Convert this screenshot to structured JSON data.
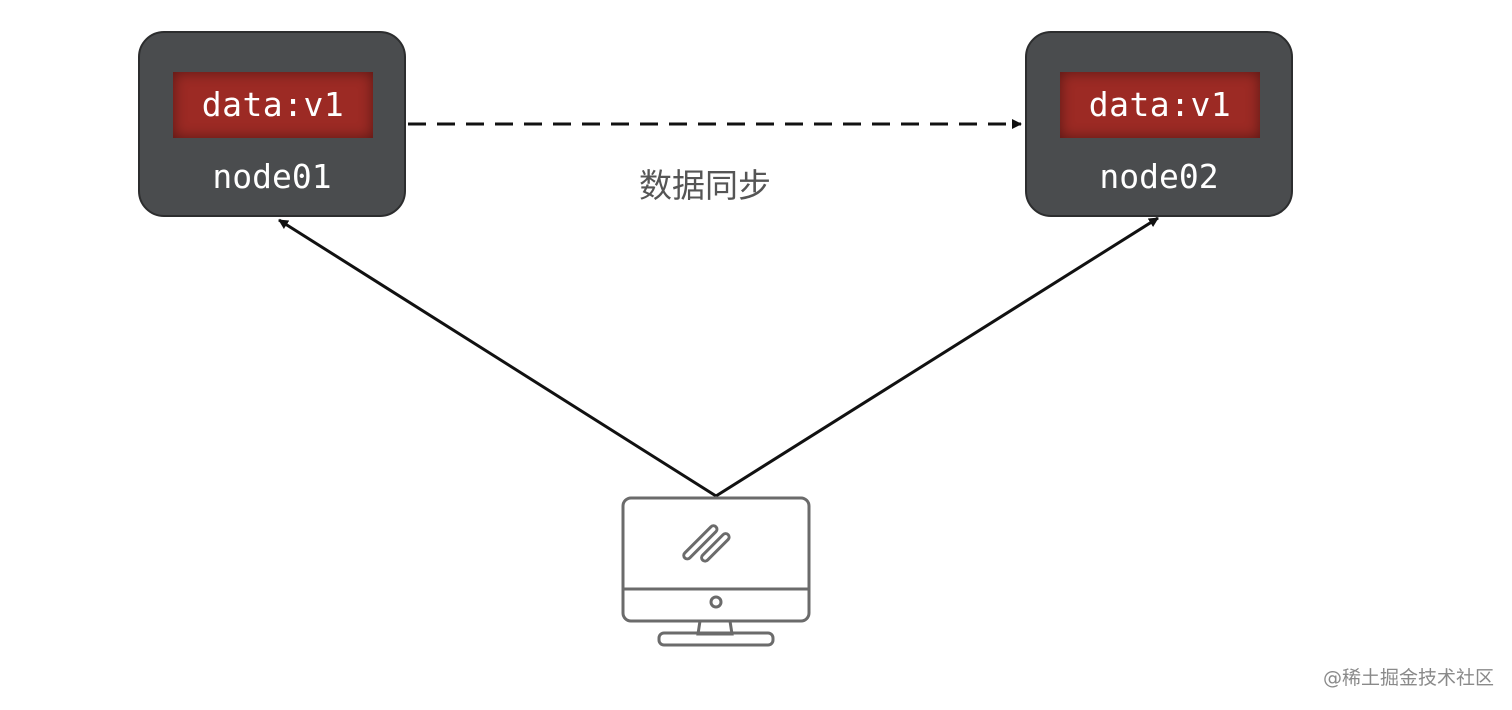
{
  "nodes": [
    {
      "data_value": "data:v1",
      "name": "node01"
    },
    {
      "data_value": "data:v1",
      "name": "node02"
    }
  ],
  "sync_label": "数据同步",
  "client_icon": "desktop-monitor-icon",
  "watermark": "@稀土掘金技术社区",
  "colors": {
    "node_bg": "#4a4c4e",
    "data_bg": "#9c2a24",
    "text_light": "#ffffff",
    "arrow": "#111111",
    "icon_stroke": "#6b6b6b"
  }
}
